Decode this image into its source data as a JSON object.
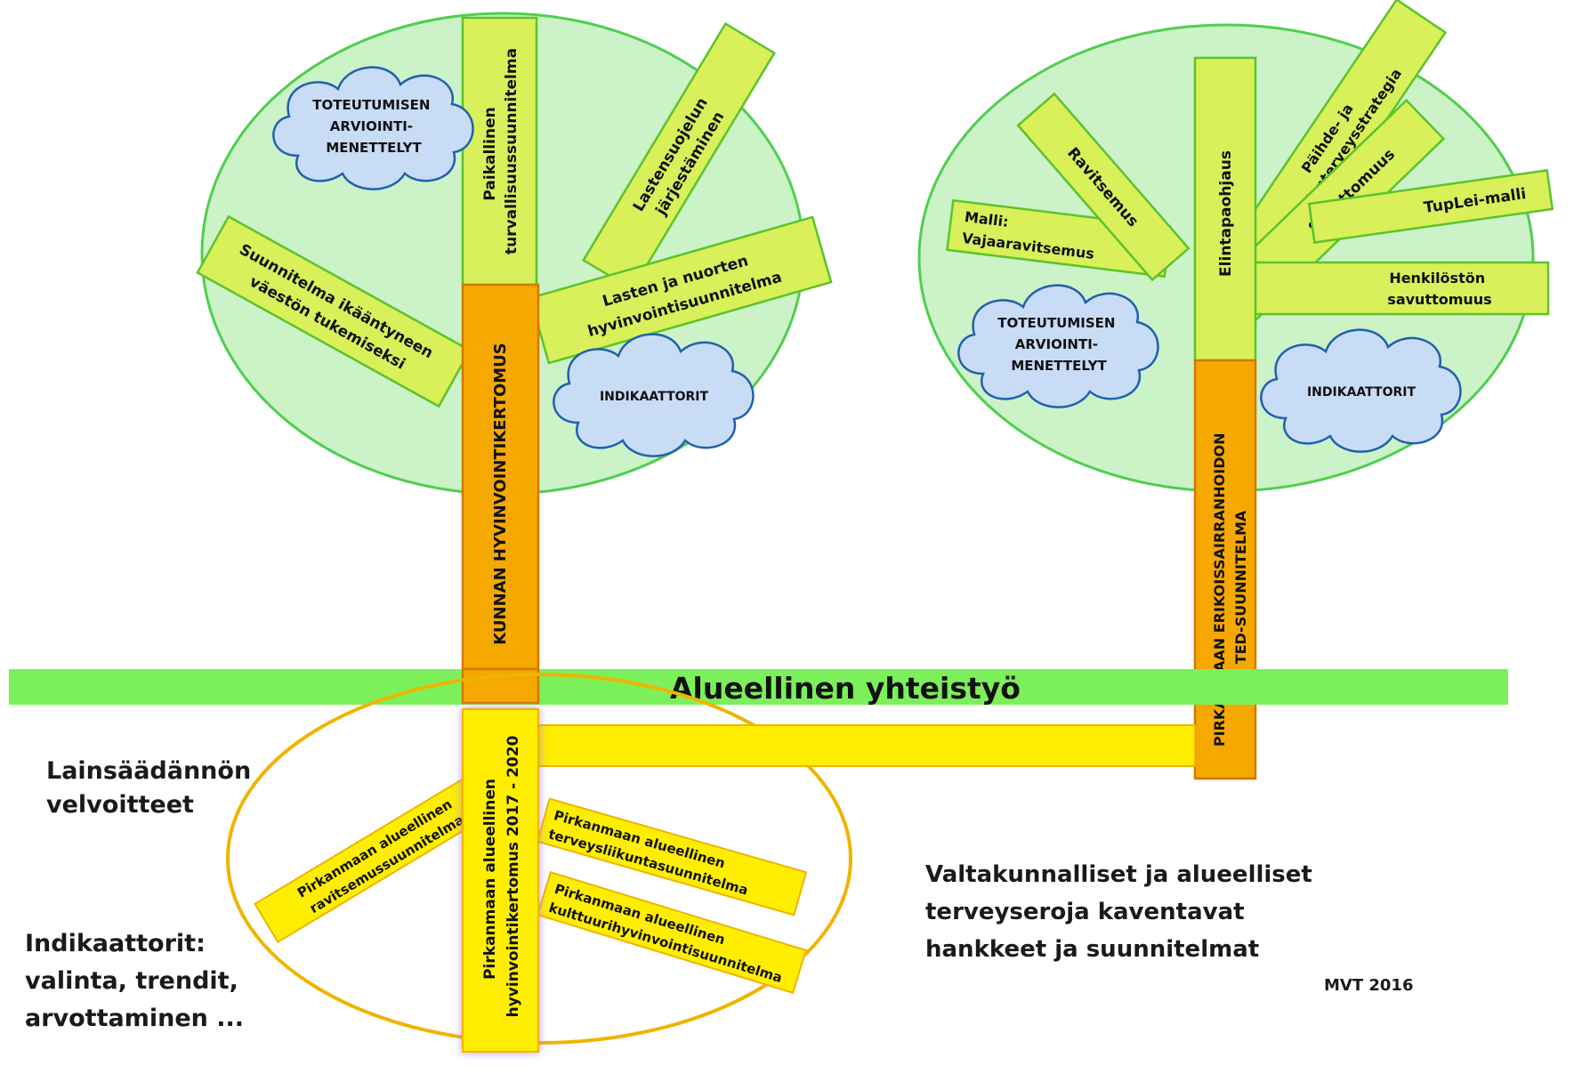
{
  "colors": {
    "canopy_fill": "#ccf2c8",
    "canopy_stroke": "#4fcf4f",
    "branch_fill": "#d9f05a",
    "branch_stroke": "#5ac42a",
    "trunk_fill": "#f5a800",
    "trunk_stroke": "#d47800",
    "band_green": "#7cf05a",
    "root_fill": "#ffee00",
    "root_stroke": "#f0b400",
    "cloud_fill": "#c9dcf6",
    "cloud_stroke": "#2060b0"
  },
  "band": {
    "label": "Alueellinen yhteistyö"
  },
  "tree_left": {
    "trunk": "KUNNAN HYVINVOINTIKERTOMUS",
    "branches": {
      "turvallisuus": [
        "Paikallinen",
        "turvallisuussuunnitelma"
      ],
      "lastensuojelu": [
        "Lastensuojelun",
        "järjestäminen"
      ],
      "lapset": [
        "Lasten ja nuorten",
        "hyvinvointisuunnitelma"
      ],
      "ikaantyneet": [
        "Suunnitelma ikääntyneen",
        "väestön tukemiseksi"
      ]
    },
    "clouds": {
      "arviointi": [
        "TOTEUTUMISEN",
        "ARVIOINTI-",
        "MENETTELYT"
      ],
      "indikaattorit": [
        "INDIKAATTORIT"
      ]
    }
  },
  "tree_right": {
    "trunk": [
      "PIRKANMAAN ERIKOISSAIRRANHOIDON",
      "TED-SUUNNITELMA"
    ],
    "branches": {
      "elintapaohjaus": "Elintapaohjaus",
      "ravitsemus": "Ravitsemus",
      "malli": [
        "Malli:",
        "Vajaaravitsemus"
      ],
      "paihde": [
        "Päihde- ja",
        "mielenterveysstrategia"
      ],
      "savuttomuus": "Savuttomuus",
      "tuplei": "TupLei-malli",
      "henkiloston": [
        "Henkilöstön",
        "savuttomuus"
      ]
    },
    "clouds": {
      "arviointi": [
        "TOTEUTUMISEN",
        "ARVIOINTI-",
        "MENETTELYT"
      ],
      "indikaattorit": [
        "INDIKAATTORIT"
      ]
    }
  },
  "roots": {
    "trunk": [
      "Pirkanmaan alueellinen",
      "hyvinvointikertomus 2017 - 2020"
    ],
    "ravitsemus": [
      "Pirkanmaan alueellinen",
      "ravitsemussuunnitelma"
    ],
    "terveysliikunta": [
      "Pirkanmaan alueellinen",
      "terveysliikuntasuunnitelma"
    ],
    "kulttuuri": [
      "Pirkanmaan alueellinen",
      "kulttuurihyvinvointisuunnitelma"
    ]
  },
  "notes": {
    "lainsaadanto": [
      "Lainsäädännön",
      "velvoitteet"
    ],
    "indikaattorit": [
      "Indikaattorit:",
      "valinta, trendit,",
      "arvottaminen ..."
    ],
    "valtakunnalliset": [
      "Valtakunnalliset ja alueelliset",
      "terveyseroja kaventavat",
      "hankkeet ja suunnitelmat"
    ],
    "credit": "MVT 2016"
  }
}
